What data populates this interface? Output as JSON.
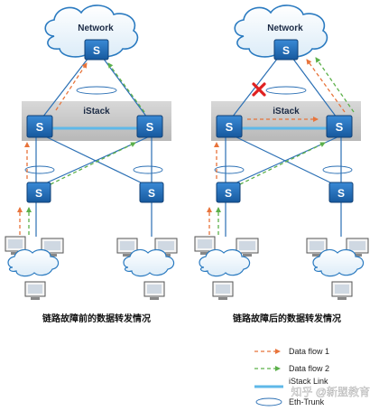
{
  "diagrams": [
    {
      "network_label": "Network",
      "stack_label": "iStack",
      "caption": "链路故障前的数据转发情况",
      "link_failure": false
    },
    {
      "network_label": "Network",
      "stack_label": "iStack",
      "caption": "链路故障后的数据转发情况",
      "link_failure": true
    }
  ],
  "switch_glyph": "S",
  "legend": {
    "data_flow_1": "Data flow 1",
    "data_flow_2": "Data flow 2",
    "istack_link": "iStack Link",
    "eth_trunk": "Eth-Trunk"
  },
  "watermark": "知乎 @新盟教育",
  "colors": {
    "switch_fill": "#1f6fc0",
    "stack_band": "#c9c9c9",
    "physical_link": "#2a6fb4",
    "istack_link": "#5fb8e8",
    "data_flow_1": "#e8743b",
    "data_flow_2": "#5cb04a",
    "failure_mark": "#e02020"
  },
  "icons": [
    "cloud-icon",
    "switch-icon",
    "pc-icon",
    "failure-x-icon"
  ]
}
